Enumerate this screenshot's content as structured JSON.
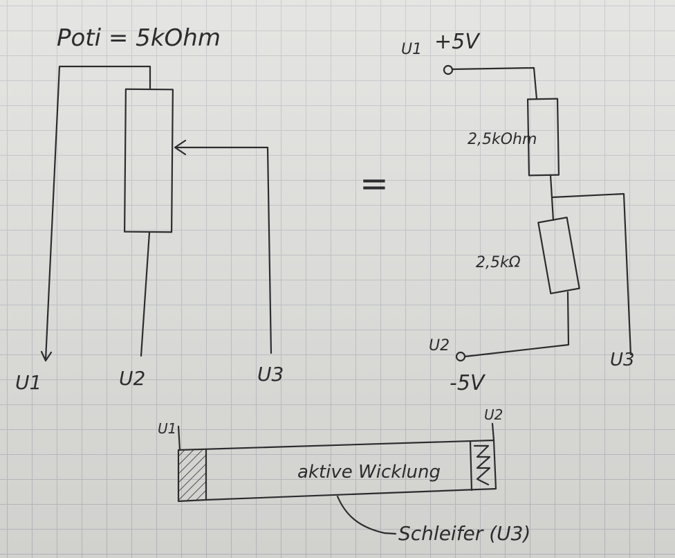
{
  "labels": {
    "title": "Poti = 5kOhm",
    "u1_left": "U1",
    "u2_left": "U2",
    "u3_left": "U3",
    "equals": "=",
    "u1_right": "U1",
    "plus5v": "+5V",
    "r_top": "2,5kOhm",
    "r_bottom": "2,5kΩ",
    "u2_right": "U2",
    "minus5v": "-5V",
    "u3_right": "U3",
    "u1_bottom": "U1",
    "u2_bottom": "U2",
    "active_winding": "aktive Wicklung",
    "wiper": "Schleifer (U3)"
  },
  "colors": {
    "ink": "#2c2c2e",
    "paper": "#dcdcd9",
    "grid": "#b9bcc0"
  }
}
